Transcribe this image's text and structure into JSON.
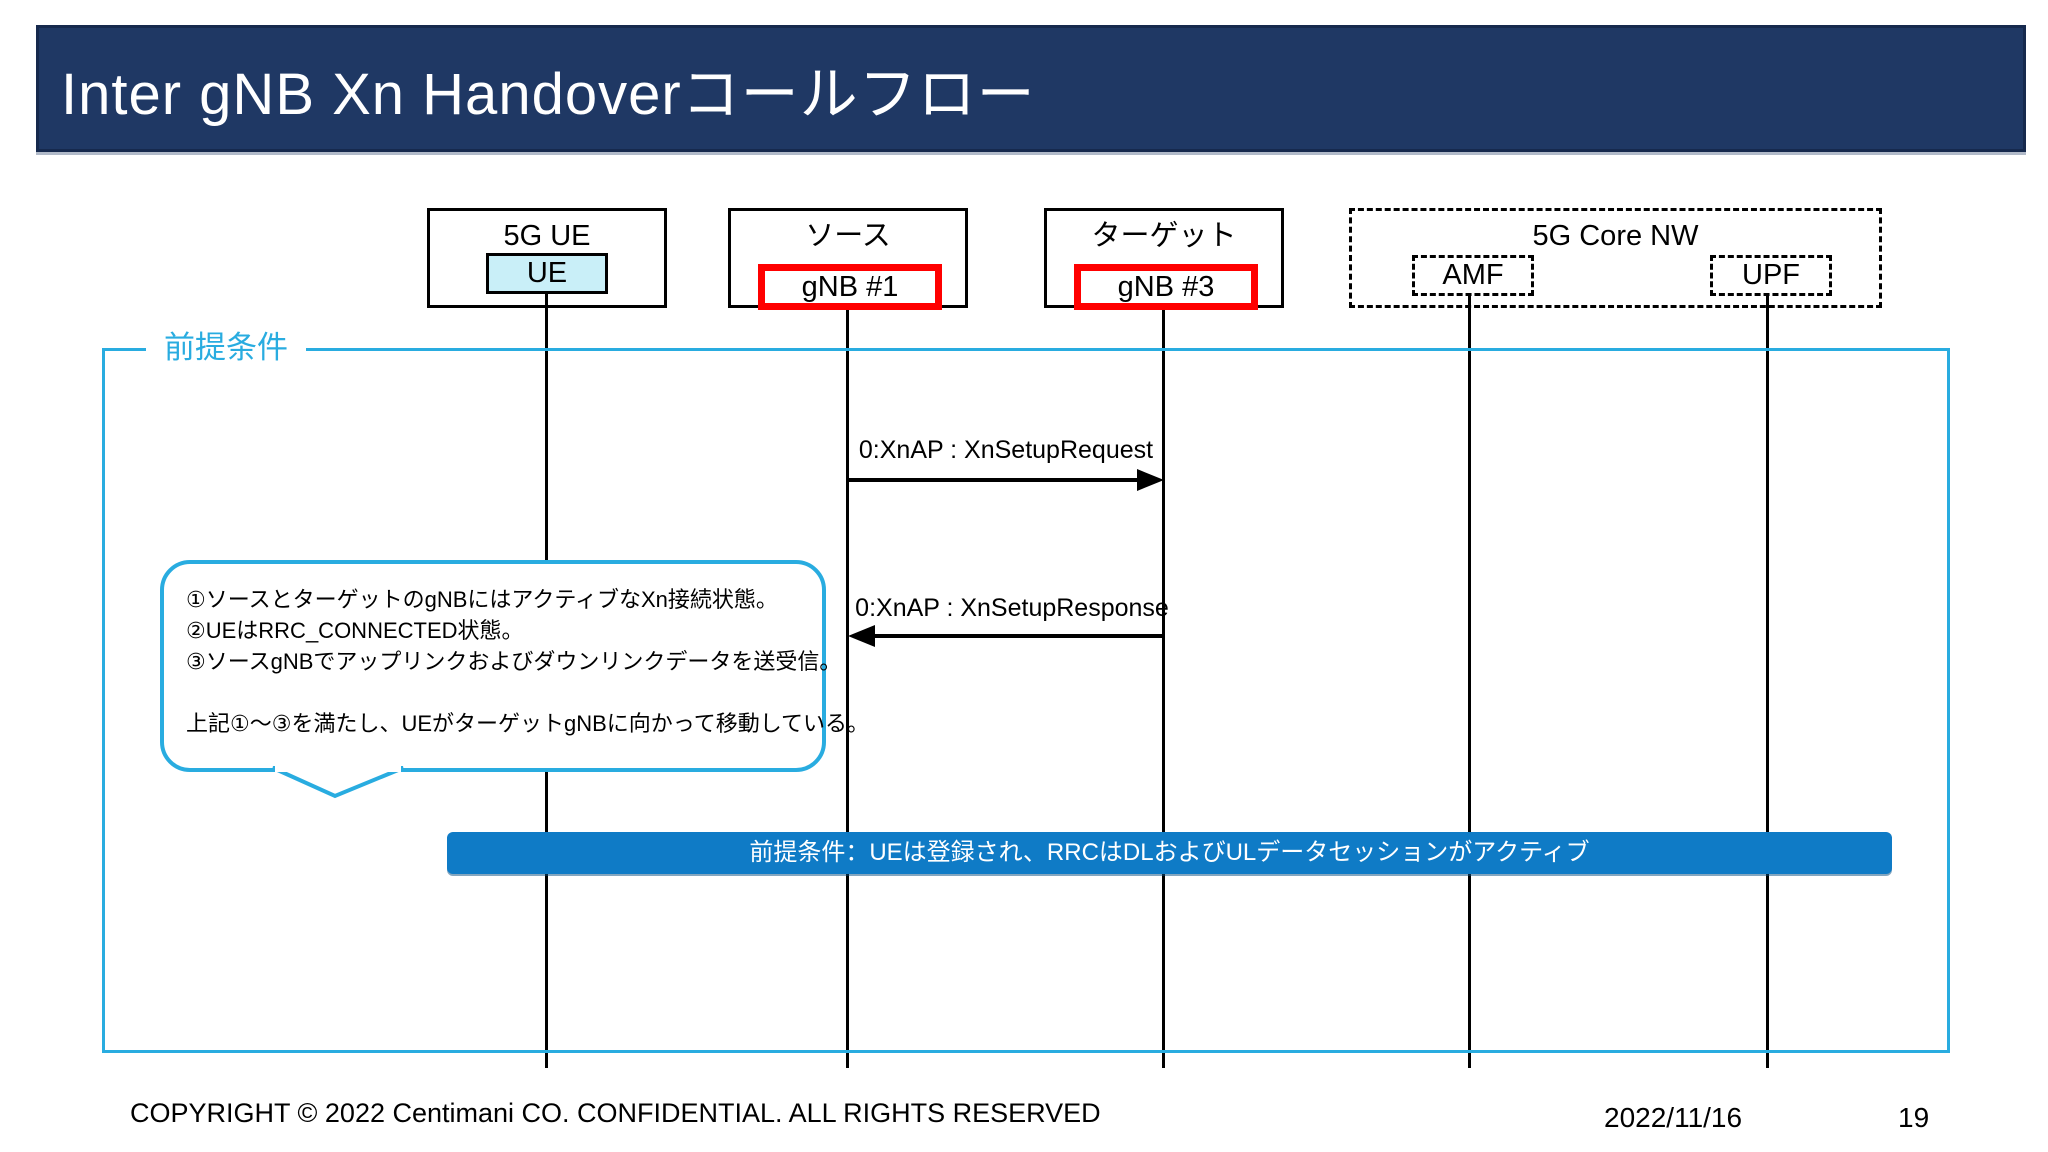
{
  "title": "Inter gNB Xn Handoverコールフロー",
  "actors": {
    "ue_group_label": "5G UE",
    "ue_label": "UE",
    "source_group_label": "ソース",
    "source_label": "gNB #1",
    "target_group_label": "ターゲット",
    "target_label": "gNB #3",
    "core_group_label": "5G Core NW",
    "amf_label": "AMF",
    "upf_label": "UPF"
  },
  "precondition_frame": {
    "label": "前提条件"
  },
  "messages": [
    {
      "label": "0:XnAP : XnSetupRequest",
      "from": "gNB #1",
      "to": "gNB #3",
      "direction": "right"
    },
    {
      "label": "0:XnAP : XnSetupResponse",
      "from": "gNB #3",
      "to": "gNB #1",
      "direction": "left"
    }
  ],
  "callout": {
    "lines": [
      "①ソースとターゲットのgNBにはアクティブなXn接続状態。",
      "②UEはRRC_CONNECTED状態。",
      "③ソースgNBでアップリンクおよびダウンリンクデータを送受信。",
      "",
      "上記①～③を満たし、UEがターゲットgNBに向かって移動している。"
    ]
  },
  "flow_banner": {
    "label": "前提条件：UEは登録され、RRCはDLおよびULデータセッションがアクティブ"
  },
  "footer": {
    "copyright": "COPYRIGHT © 2022 Centimani CO. CONFIDENTIAL. ALL RIGHTS RESERVED",
    "date": "2022/11/16",
    "page": "19"
  },
  "colors": {
    "navy": "#1f3864",
    "accent-cyan": "#29ace0",
    "ue-fill": "#c9eff8",
    "red": "#ff0000",
    "banner-blue": "#0f7bc6"
  }
}
